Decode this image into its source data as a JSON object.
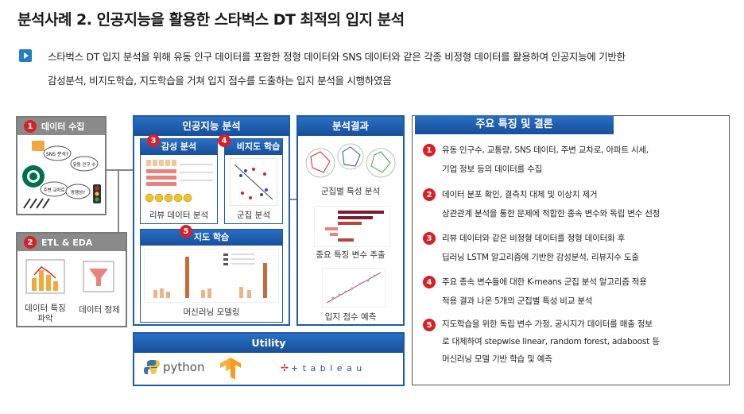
{
  "title": "분석사례 2. 인공지능을 활용한 스타벅스 DT 최적의 입지 분석",
  "intro": {
    "line1": "스타벅스 DT 입지 분석을 위해 유동 인구 데이터를 포함한 정형 데이터와 SNS 데이터와 같은 각종 비정형 데이터를 활용하여 인공지능에 기반한",
    "line2": "감성분석, 비지도학습, 지도학습을 거쳐 입지 점수를 도출하는 입지 분석을 시행하였음"
  },
  "data_collection": {
    "num": "1",
    "label": "데이터 수집",
    "bubbles": [
      "SNS 분석?",
      "유동 인구 수",
      "주변 교차로",
      "동행성?"
    ]
  },
  "etl": {
    "num": "2",
    "label": "ETL & EDA",
    "item1": "데이터 특징\n파악",
    "item2": "데이터 정제"
  },
  "ai": {
    "label": "인공지능 분석",
    "sentiment": {
      "num": "3",
      "label": "감성 분석",
      "caption": "리뷰 데이터 분석"
    },
    "unsupervised": {
      "num": "4",
      "label": "비지도 학습",
      "caption": "군집 분석"
    },
    "supervised": {
      "num": "5",
      "label": "지도 학습",
      "caption": "머신러닝 모델링"
    }
  },
  "results": {
    "label": "분석결과",
    "item1": "군집별 특성 분석",
    "item2": "중요 특징 변수 추출",
    "item3": "입지 점수 예측"
  },
  "utility": {
    "label": "Utility",
    "python": "python",
    "tableau": "+ t a b l e a u"
  },
  "summary": {
    "label": "주요 특징 및 결론",
    "items": [
      {
        "num": "1",
        "line1": "유동 인구수, 교통량, SNS 데이터, 주변 교차로, 아파트 시세,",
        "line2": "기업 정보 등의 데이터를 수집",
        "line3": ""
      },
      {
        "num": "2",
        "line1": "데이터 분포 확인, 결측치 대체 및 이상치 제거",
        "line2": "상관관계 분석을 통한 문제에 적합한 종속 변수와 독립 변수 선정",
        "line3": ""
      },
      {
        "num": "3",
        "line1": "리뷰 데이터와 같은 비정형 데이터를 정형 데이터화 후",
        "line2": "딥러닝 LSTM 알고리즘에 기반한 감성분석, 리뷰지수 도출",
        "line3": ""
      },
      {
        "num": "4",
        "line1": "주요 종속 변수들에 대한 K-means 군집 분석 알고리즘 적용",
        "line2": "적용 결과 나온 5개의 군집별 특성 비교 분석",
        "line3": ""
      },
      {
        "num": "5",
        "line1": "지도학습을 위한 독립 변수 가정, 공시지가 데이터를 매출 정보",
        "line2": "로 대체하여 stepwise linear, random forest, adaboost 등",
        "line3": "머신러닝 모델 기반 학습 및 예측"
      }
    ]
  },
  "colors": {
    "accent": "#1d5aa8",
    "badge": "#d92027",
    "gray_header": "#8a8a8a"
  }
}
